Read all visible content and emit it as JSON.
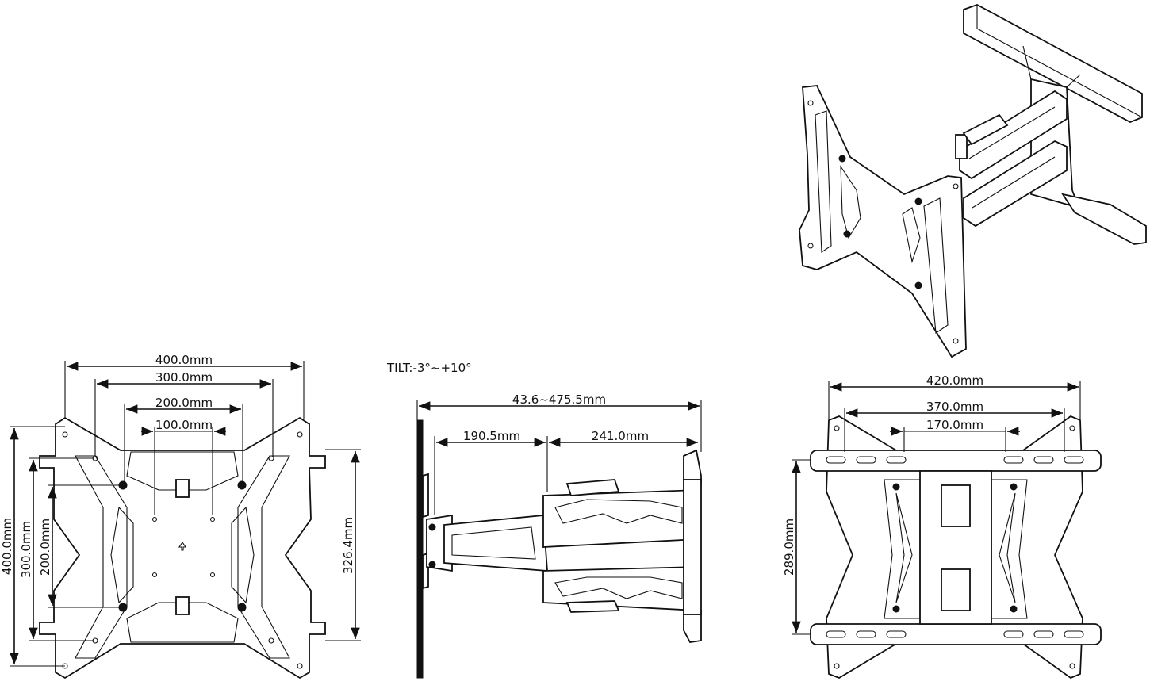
{
  "tilt_label": "TILT:-3°~+10°",
  "front_view": {
    "width_400": "400.0mm",
    "width_300": "300.0mm",
    "width_200": "200.0mm",
    "width_100": "100.0mm",
    "height_400": "400.0mm",
    "height_300": "300.0mm",
    "height_200": "200.0mm",
    "height_326": "326.4mm"
  },
  "side_view": {
    "extension": "43.6~475.5mm",
    "arm_1": "190.5mm",
    "arm_2": "241.0mm"
  },
  "back_view": {
    "width_420": "420.0mm",
    "width_370": "370.0mm",
    "width_170": "170.0mm",
    "height_289": "289.0mm"
  }
}
